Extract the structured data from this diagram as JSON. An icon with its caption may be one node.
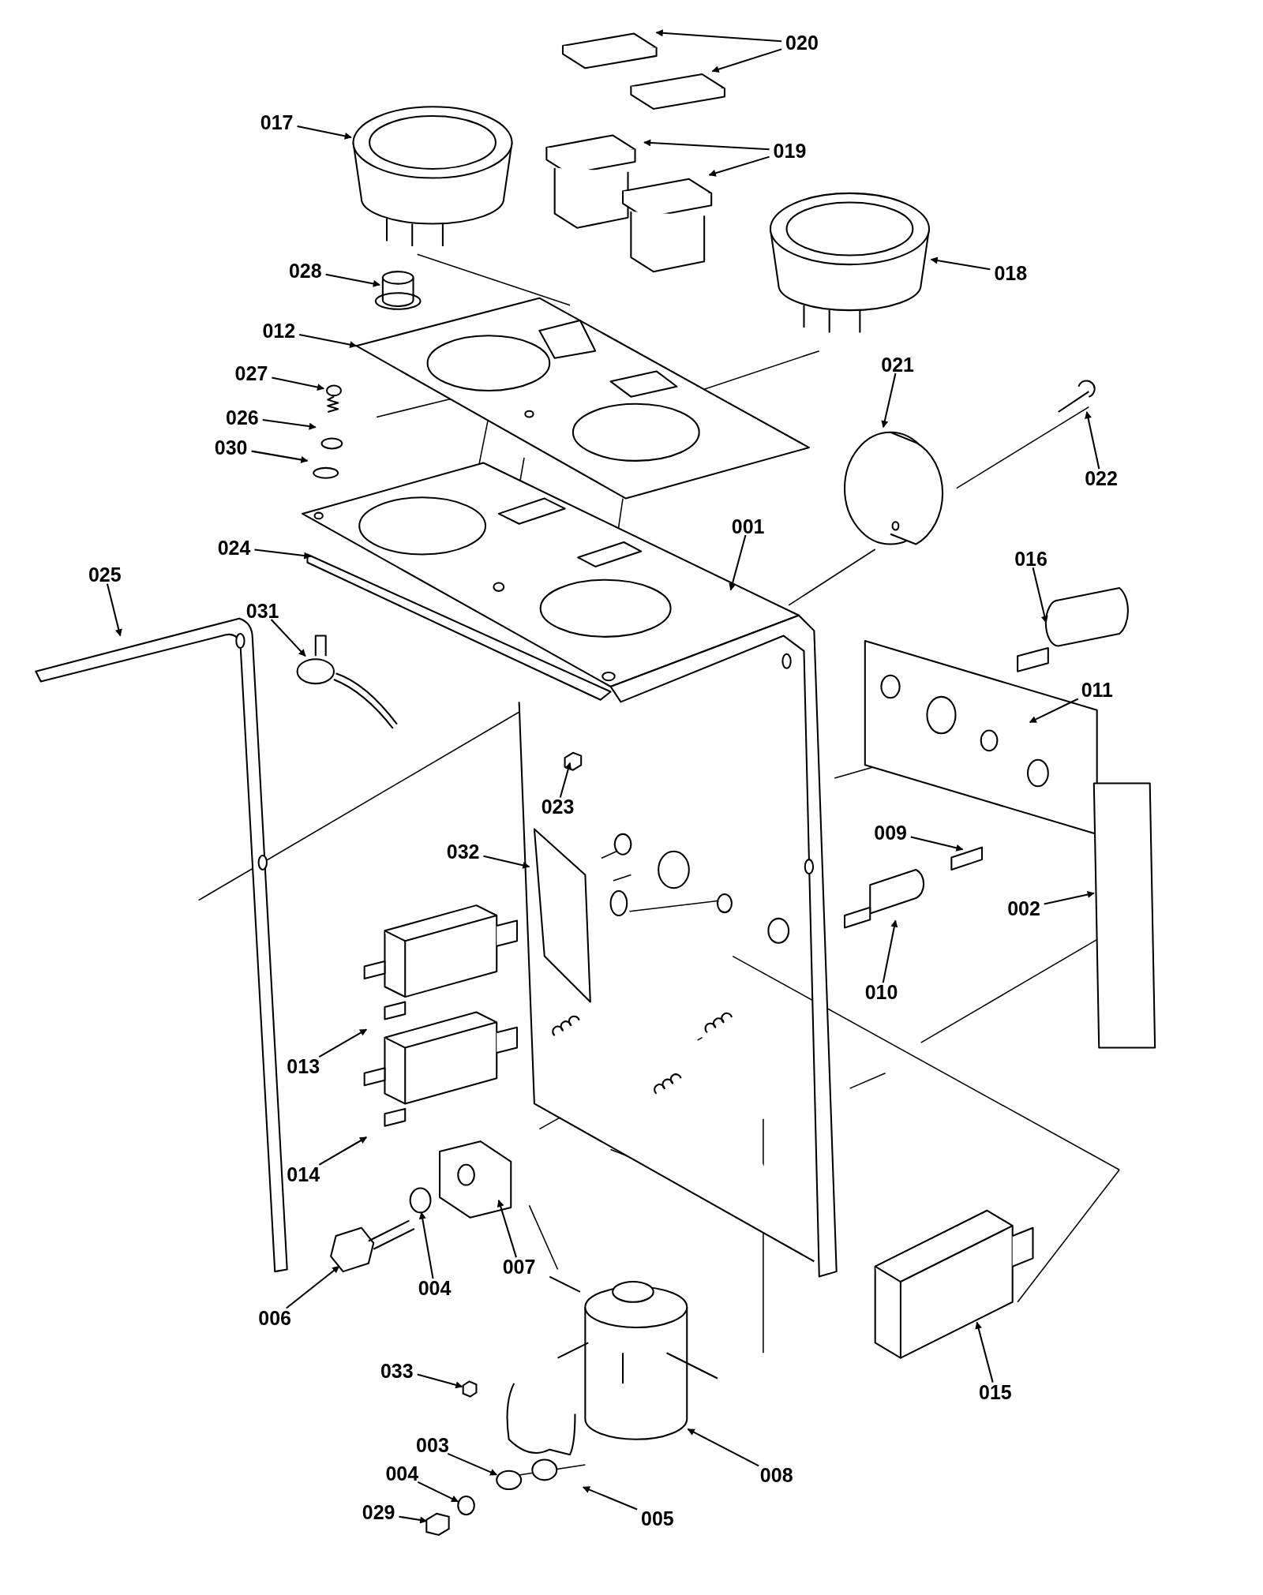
{
  "diagram": {
    "nodes": [
      {
        "text": [
          "020"
        ]
      },
      {
        "text": [
          "017"
        ]
      },
      {
        "text": [
          "019"
        ]
      },
      {
        "text": [
          "028"
        ]
      },
      {
        "text": [
          "018"
        ]
      },
      {
        "text": [
          "012"
        ]
      },
      {
        "text": [
          "021"
        ]
      },
      {
        "text": [
          "027"
        ]
      },
      {
        "text": [
          "026"
        ]
      },
      {
        "text": [
          "030"
        ]
      },
      {
        "text": [
          "022"
        ]
      },
      {
        "text": [
          "001"
        ]
      },
      {
        "text": [
          "024"
        ]
      },
      {
        "text": [
          "016"
        ]
      },
      {
        "text": [
          "025"
        ]
      },
      {
        "text": [
          "031"
        ]
      },
      {
        "text": [
          "011"
        ]
      },
      {
        "text": [
          "023"
        ]
      },
      {
        "text": [
          "009"
        ]
      },
      {
        "text": [
          "032"
        ]
      },
      {
        "text": [
          "002"
        ]
      },
      {
        "text": [
          "010"
        ]
      },
      {
        "text": [
          "013"
        ]
      },
      {
        "text": [
          "014"
        ]
      },
      {
        "text": [
          "007"
        ]
      },
      {
        "text": [
          "004"
        ]
      },
      {
        "text": [
          "006"
        ]
      },
      {
        "text": [
          "033"
        ]
      },
      {
        "text": [
          "015"
        ]
      },
      {
        "text": [
          "003"
        ]
      },
      {
        "text": [
          "008"
        ]
      },
      {
        "text": [
          "004"
        ]
      },
      {
        "text": [
          "005"
        ]
      },
      {
        "text": [
          "029"
        ]
      },
      {
        "text": [],
        "shape": "hexagon"
      },
      {
        "text": [],
        "shape": "circle"
      },
      {
        "text": [],
        "shape": "hexagon"
      },
      {
        "text": [],
        "shape": "circle"
      }
    ],
    "edges": [
      {
        "from": 0,
        "to": null,
        "arrow": "to"
      },
      {
        "from": 0,
        "to": null,
        "arrow": "to"
      },
      {
        "from": 1,
        "to": null,
        "arrow": "to"
      },
      {
        "from": 2,
        "to": null,
        "arrow": "to"
      },
      {
        "from": 2,
        "to": null,
        "arrow": "to"
      },
      {
        "from": 3,
        "to": null,
        "arrow": "to"
      },
      {
        "from": 4,
        "to": null,
        "arrow": "to"
      },
      {
        "from": 5,
        "to": null,
        "arrow": "to"
      },
      {
        "from": 6,
        "to": null,
        "arrow": "to"
      },
      {
        "from": 7,
        "to": null,
        "arrow": "to"
      },
      {
        "from": 8,
        "to": null,
        "arrow": "to"
      },
      {
        "from": 9,
        "to": null,
        "arrow": "to"
      },
      {
        "from": 10,
        "to": null,
        "arrow": "to"
      },
      {
        "from": 11,
        "to": null,
        "arrow": "to"
      },
      {
        "from": 12,
        "to": null,
        "arrow": "to"
      },
      {
        "from": 13,
        "to": null,
        "arrow": "to"
      },
      {
        "from": 14,
        "to": null,
        "arrow": "to"
      },
      {
        "from": 15,
        "to": null,
        "arrow": "to"
      },
      {
        "from": 16,
        "to": null,
        "arrow": "to"
      },
      {
        "from": 17,
        "to": null,
        "arrow": "to"
      },
      {
        "from": 18,
        "to": null,
        "arrow": "to"
      },
      {
        "from": 19,
        "to": null,
        "arrow": "to"
      },
      {
        "from": 20,
        "to": null,
        "arrow": "to"
      },
      {
        "from": 21,
        "to": null,
        "arrow": "to"
      },
      {
        "from": 22,
        "to": null,
        "arrow": "to"
      },
      {
        "from": 23,
        "to": null,
        "arrow": "to"
      },
      {
        "from": 24,
        "to": null,
        "arrow": "to"
      },
      {
        "from": 25,
        "to": null,
        "arrow": "to"
      },
      {
        "from": 26,
        "to": null,
        "arrow": "to"
      },
      {
        "from": 27,
        "to": 34,
        "arrow": "to"
      },
      {
        "from": 28,
        "to": null,
        "arrow": "to"
      },
      {
        "from": 29,
        "to": 37,
        "arrow": "to"
      },
      {
        "from": 30,
        "to": null,
        "arrow": "to"
      },
      {
        "from": 31,
        "to": 35,
        "arrow": "to"
      },
      {
        "from": 32,
        "to": null,
        "arrow": "to"
      },
      {
        "from": 33,
        "to": 36,
        "arrow": "to"
      }
    ]
  }
}
